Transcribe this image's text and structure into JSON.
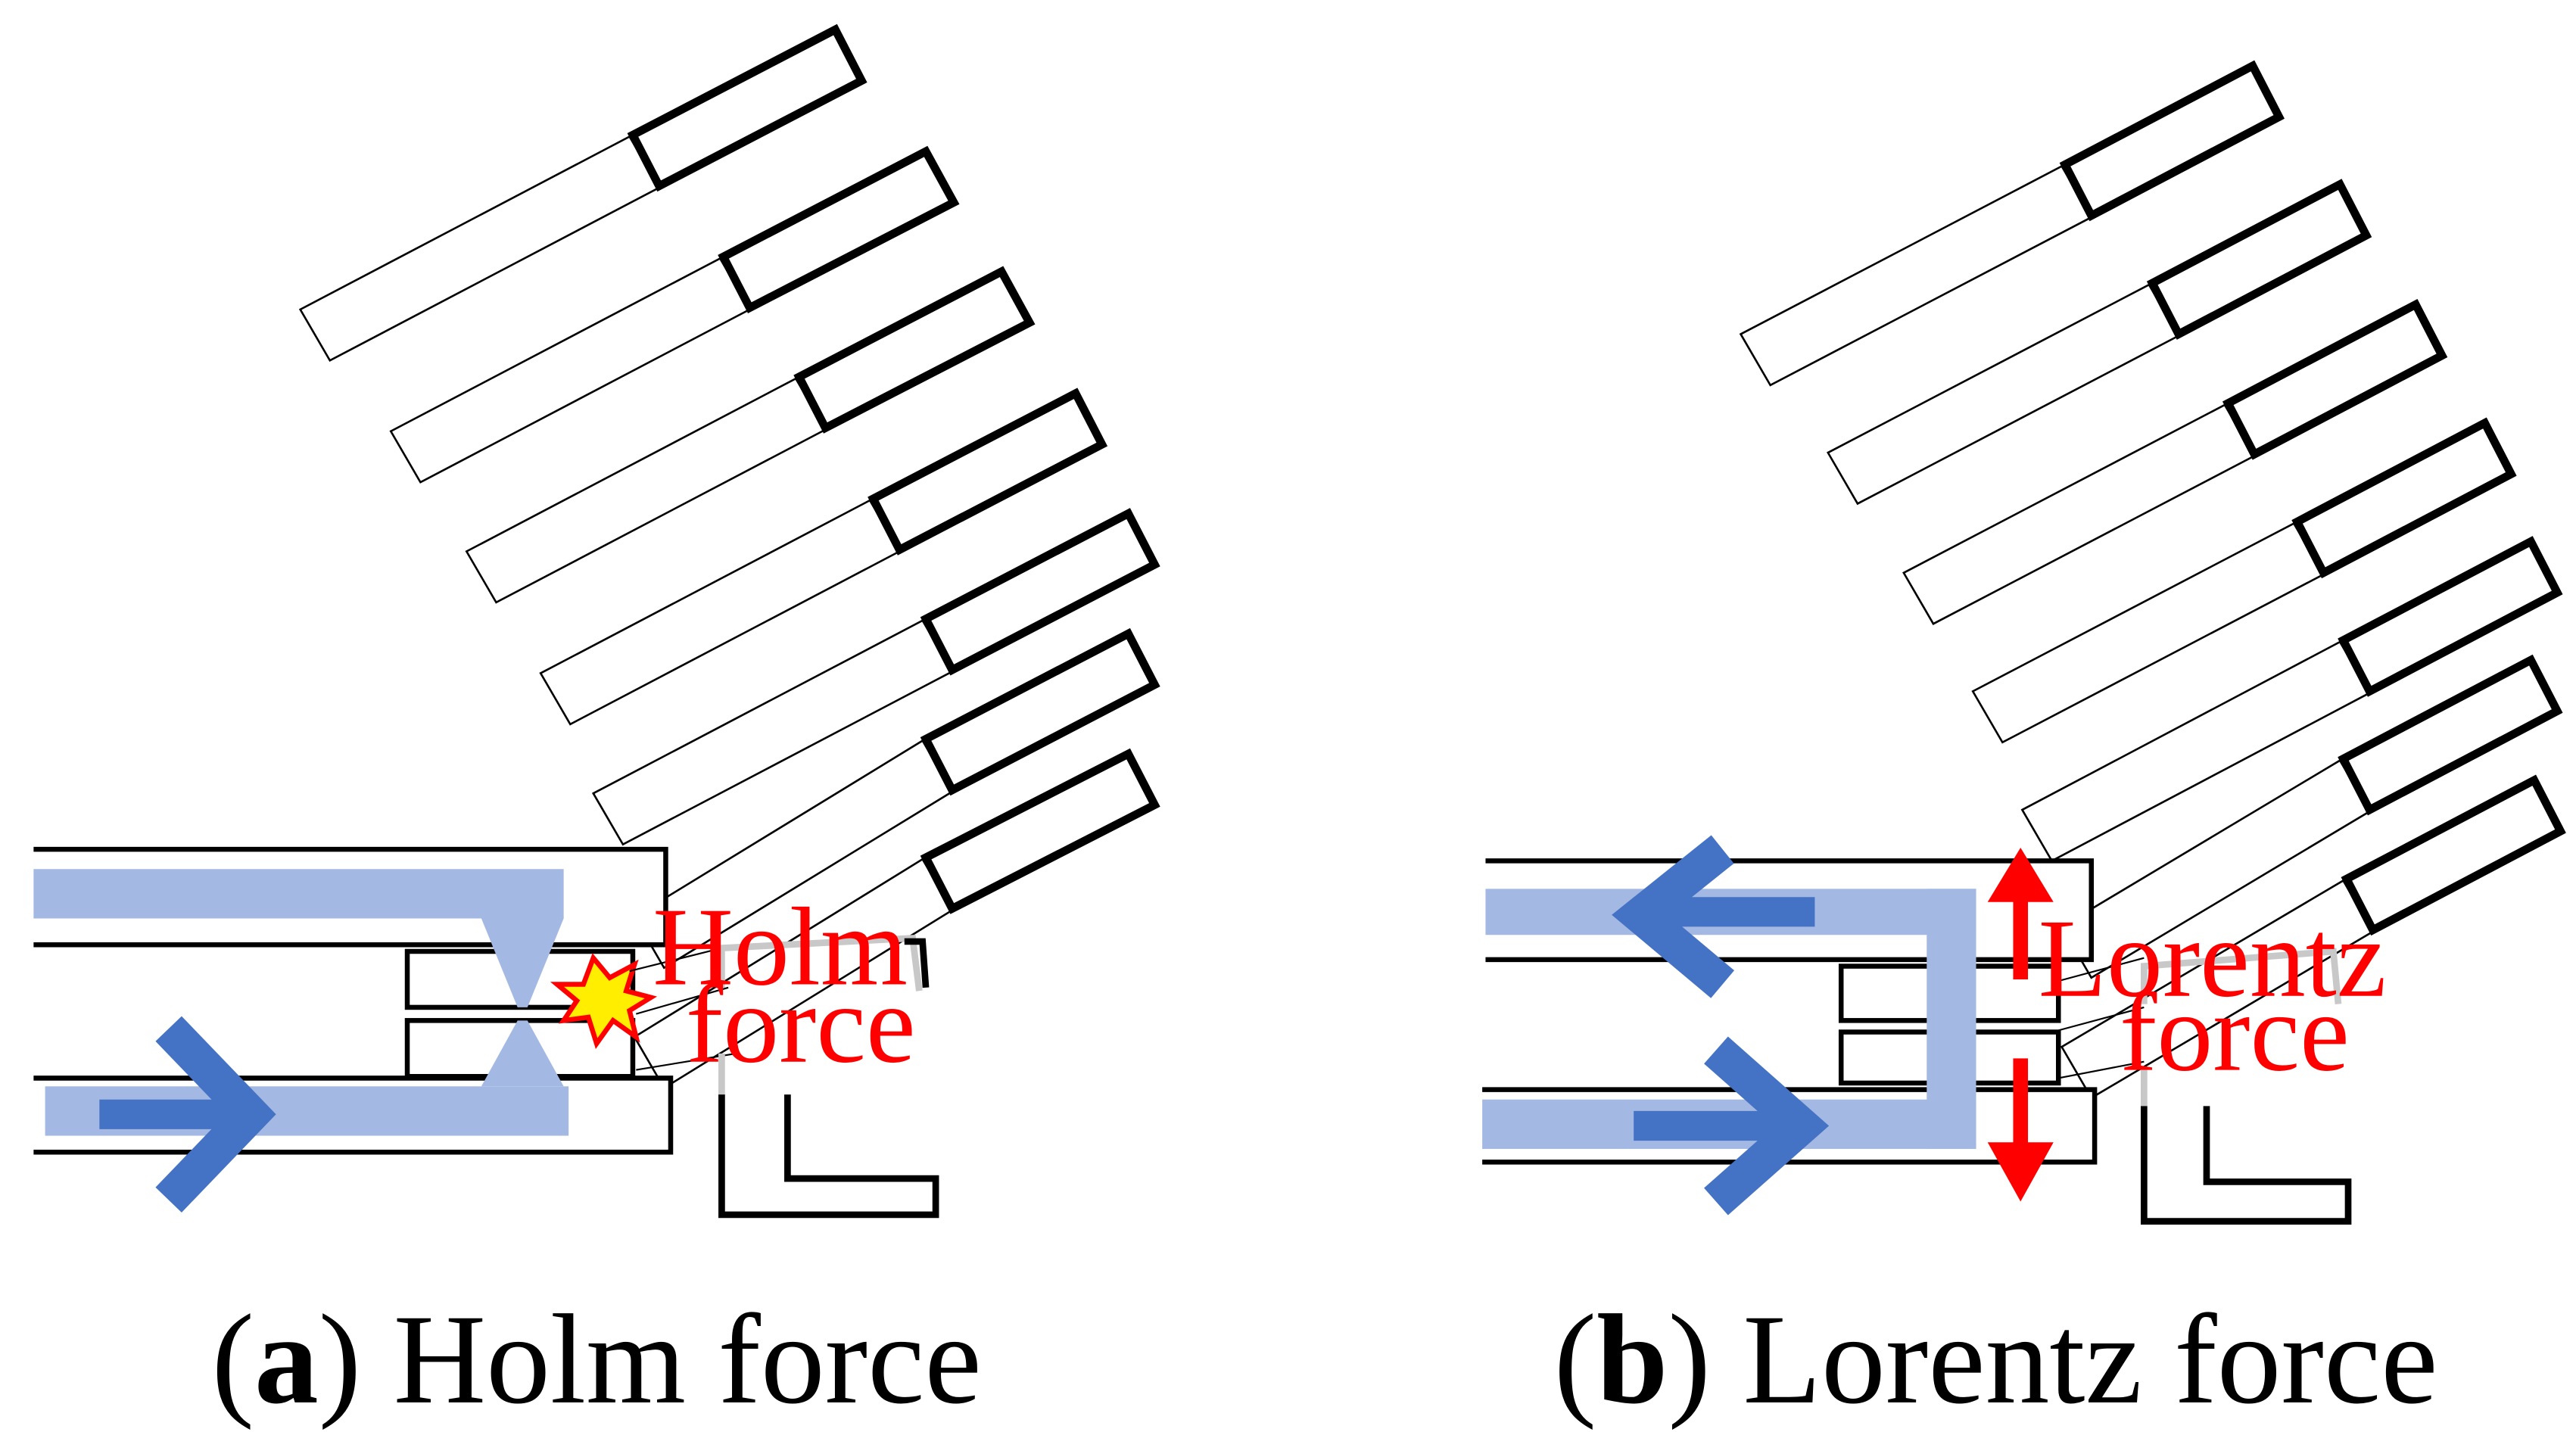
{
  "colors": {
    "current": "#4472c4",
    "current_path": "#a3b8e2",
    "force": "#ff0000",
    "outline": "#000000",
    "spark_fill": "#ffee00",
    "spark_stroke": "#ff0000"
  },
  "panels": [
    {
      "id": "a",
      "label_lines": [
        "Holm",
        "force"
      ],
      "caption_letter": "a",
      "caption_text": "Holm force",
      "icons": [
        "current-arrow-icon",
        "contact-spark-icon"
      ]
    },
    {
      "id": "b",
      "label_lines": [
        "Lorentz",
        "force"
      ],
      "caption_letter": "b",
      "caption_text": "Lorentz force",
      "icons": [
        "current-arrow-icon",
        "force-arrow-up-icon",
        "force-arrow-down-icon"
      ]
    }
  ]
}
